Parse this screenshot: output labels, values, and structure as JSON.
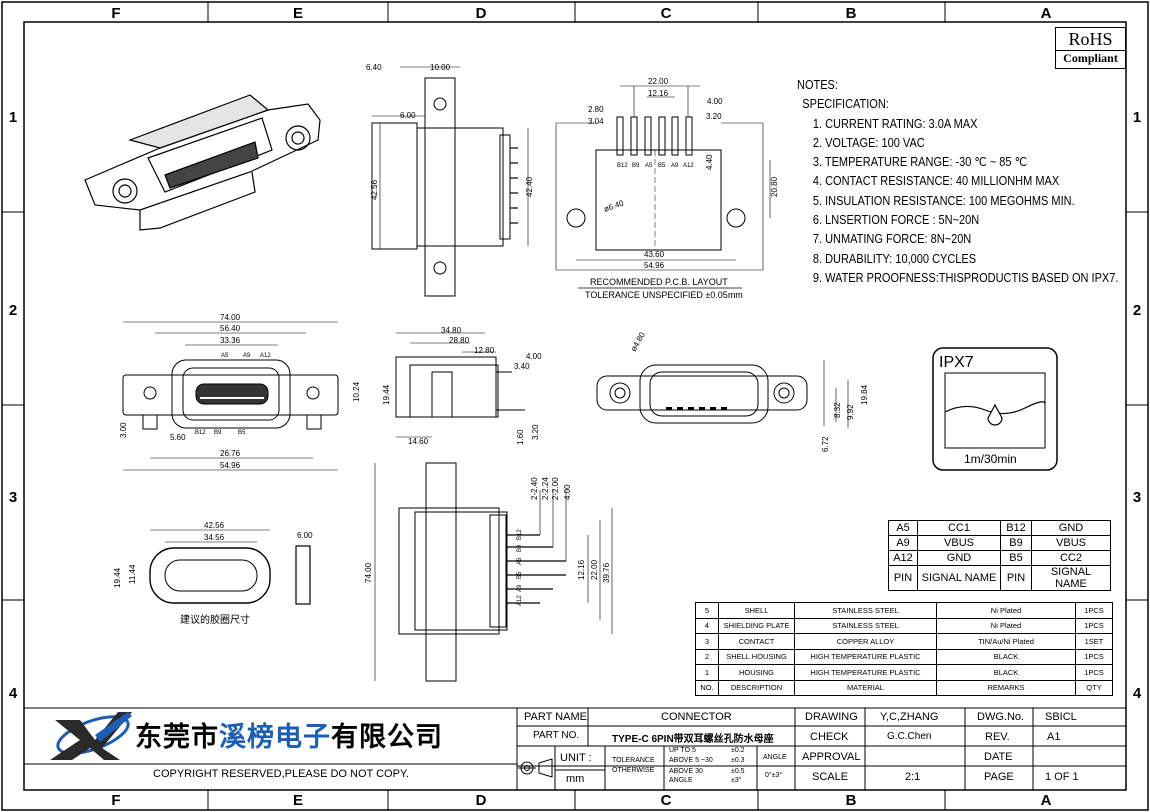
{
  "border": {
    "columns": [
      "F",
      "E",
      "D",
      "C",
      "B",
      "A"
    ],
    "rows": [
      "1",
      "2",
      "3",
      "4"
    ]
  },
  "rohs": {
    "line1": "RoHS",
    "line2": "Compliant"
  },
  "notes": {
    "heading": "NOTES:",
    "subheading": "SPECIFICATION:",
    "items": [
      "1. CURRENT RATING: 3.0A MAX",
      "2. VOLTAGE: 100 VAC",
      "3. TEMPERATURE RANGE: -30 ℃ ~ 85 ℃",
      "4. CONTACT RESISTANCE: 40 MILLIONHM MAX",
      "5. INSULATION RESISTANCE: 100 MEGOHMS MIN.",
      "6. LNSERTION FORCE : 5N~20N",
      "7. UNMATING FORCE: 8N~20N",
      "8. DURABILITY:   10,000 CYCLES",
      "9. WATER PROOFNESS:THISPRODUCTIS BASED ON IPX7."
    ]
  },
  "pcb": {
    "label": "RECOMMENDED   P.C.B. LAYOUT",
    "tolerance": "TOLERANCE UNSPECIFIED ±0.05mm",
    "dims": {
      "d1": "22.00",
      "d2": "12.16",
      "d3": "4.00",
      "d4": "2.80",
      "d5": "3.20",
      "d6": "3.04",
      "d7": "4.40",
      "d8": "20.80",
      "d9": "ø6.40",
      "d10": "43.60",
      "d11": "54.96"
    },
    "pins": [
      "B12",
      "B9",
      "A5",
      "B5",
      "A9",
      "A12"
    ]
  },
  "top_view": {
    "dims": {
      "a": "6.40",
      "b": "10.00",
      "c": "6.00",
      "d": "42.56",
      "e": "42.40"
    }
  },
  "front_view": {
    "dims": {
      "a": "74.00",
      "b": "56.40",
      "c": "33.36",
      "d": "10.24",
      "e": "3.00",
      "f": "5.60",
      "g": "26.76",
      "h": "54.96"
    },
    "pins_top": [
      "A5",
      "A9",
      "A12"
    ],
    "pins_bottom": [
      "B12",
      "B9",
      "B5"
    ]
  },
  "side_view": {
    "dims": {
      "a": "34.80",
      "b": "28.80",
      "c": "12.80",
      "d": "4.00",
      "e": "3.40",
      "f": "19.44",
      "g": "14.60",
      "h": "1.60",
      "i": "3.20"
    }
  },
  "iso_front": {
    "dims": {
      "a": "ø4.80",
      "b": "8.32",
      "c": "9.92",
      "d": "19.84",
      "e": "6.72"
    }
  },
  "ipx7": {
    "title": "IPX7",
    "caption": "1m/30min"
  },
  "gasket": {
    "dims": {
      "a": "42.56",
      "b": "34.56",
      "c": "19.44",
      "d": "11.44",
      "e": "6.00"
    },
    "label": "建议的胶圈尺寸"
  },
  "long_view": {
    "dims": {
      "a": "2-2.40",
      "b": "2-2.24",
      "c": "2-2.00",
      "d": "4.00",
      "e": "12.16",
      "f": "22.00",
      "g": "39.76",
      "h": "74.00"
    },
    "pins": [
      "A12",
      "A9",
      "B5",
      "A5",
      "B9",
      "B12"
    ]
  },
  "signal_table": {
    "rows": [
      [
        "A5",
        "CC1",
        "B12",
        "GND"
      ],
      [
        "A9",
        "VBUS",
        "B9",
        "VBUS"
      ],
      [
        "A12",
        "GND",
        "B5",
        "CC2"
      ],
      [
        "PIN",
        "SIGNAL NAME",
        "PIN",
        "SIGNAL NAME"
      ]
    ]
  },
  "bom": {
    "rows": [
      [
        "5",
        "SHELL",
        "STAINLESS STEEL",
        "Ni  Plated",
        "1PCS"
      ],
      [
        "4",
        "SHIELDING PLATE",
        "STAINLESS STEEL",
        "Ni  Plated",
        "1PCS"
      ],
      [
        "3",
        "CONTACT",
        "COPPER ALLOY",
        "TIN/Au/Ni Plated",
        "1SET"
      ],
      [
        "2",
        "SHELL HOUSING",
        "HIGH TEMPERATURE PLASTIC",
        "BLACK",
        "1PCS"
      ],
      [
        "1",
        "HOUSING",
        "HIGH TEMPERATURE PLASTIC",
        "BLACK",
        "1PCS"
      ],
      [
        "NO.",
        "DESCRIPTION",
        "MATERIAL",
        "REMARKS",
        "QTY"
      ]
    ]
  },
  "title_block": {
    "company_part1": "东莞市",
    "company_part2": "溪榜电子",
    "company_part3": "有限公司",
    "copyright": "COPYRIGHT RESERVED,PLEASE DO NOT COPY.",
    "part_name_label": "PART NAME",
    "part_name": "CONNECTOR",
    "part_no_label": "PART NO.",
    "part_no": "TYPE-C 6PIN带双耳螺丝孔防水母座",
    "unit_label": "UNIT :",
    "unit": "mm",
    "tolerance_label": "TOLERANCE",
    "otherwise_label": "OTHERWISE",
    "tol_rows": [
      [
        "UP TO 5",
        "±0.2"
      ],
      [
        "ABOVE 5 ~30",
        "±0.3"
      ],
      [
        "ABOVE 30",
        "±0.5"
      ],
      [
        "ANGLE",
        "±3°"
      ]
    ],
    "angle_label": "ANGLE",
    "angle_value": "0°±3°",
    "drawing_label": "DRAWING",
    "drawing": "Y,C,ZHANG",
    "check_label": "CHECK",
    "check": "G.C.Chen",
    "approval_label": "APPROVAL",
    "scale_label": "SCALE",
    "scale": "2:1",
    "dwg_label": "DWG.No.",
    "dwg": "SBICL",
    "rev_label": "REV.",
    "rev": "A1",
    "date_label": "DATE",
    "page_label": "PAGE",
    "page": "1  OF  1"
  }
}
